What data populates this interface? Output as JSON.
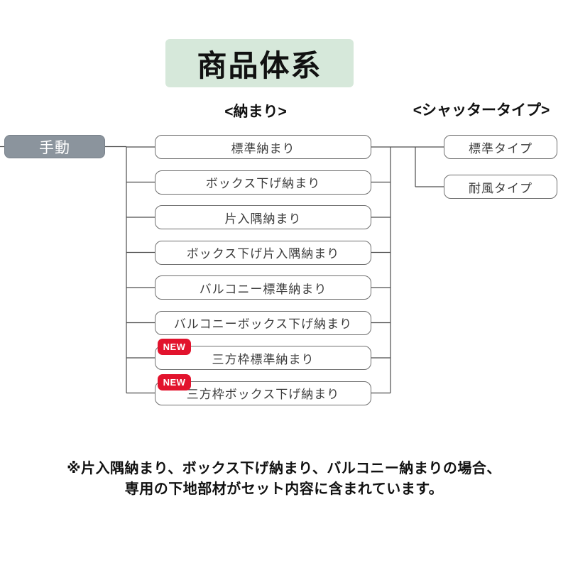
{
  "title": "商品体系",
  "headers": {
    "osamari": "<納まり>",
    "shutter": "<シャッタータイプ>"
  },
  "root": {
    "label": "手動"
  },
  "new_badge_label": "NEW",
  "osamari_items": [
    {
      "label": "標準納まり",
      "new": false
    },
    {
      "label": "ボックス下げ納まり",
      "new": false
    },
    {
      "label": "片入隅納まり",
      "new": false
    },
    {
      "label": "ボックス下げ片入隅納まり",
      "new": false
    },
    {
      "label": "バルコニー標準納まり",
      "new": false
    },
    {
      "label": "バルコニーボックス下げ納まり",
      "new": false
    },
    {
      "label": "三方枠標準納まり",
      "new": true
    },
    {
      "label": "三方枠ボックス下げ納まり",
      "new": true
    }
  ],
  "shutter_types": [
    {
      "label": "標準タイプ"
    },
    {
      "label": "耐風タイプ"
    }
  ],
  "note_lines": [
    "※片入隅納まり、ボックス下げ納まり、バルコニー納まりの場合、",
    "専用の下地部材がセット内容に含まれています。"
  ],
  "colors": {
    "title_bg": "#d6e8da",
    "root_box_bg": "#8b949d",
    "box_border": "#6e6e6e",
    "connector_line": "#4d4d4d",
    "new_badge_bg": "#e2132d",
    "box_text": "#3b3b3b"
  }
}
